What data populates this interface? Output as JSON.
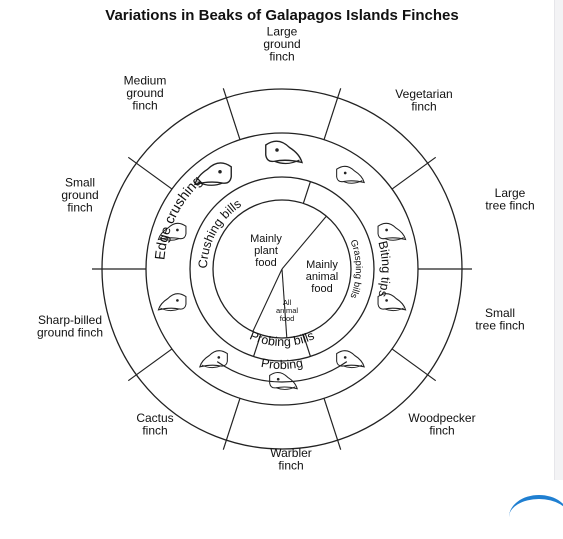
{
  "title": "Variations in Beaks of Galapagos Islands Finches",
  "finches": [
    {
      "lines": [
        "Large",
        "ground",
        "finch"
      ]
    },
    {
      "lines": [
        "Vegetarian",
        "finch"
      ]
    },
    {
      "lines": [
        "Large",
        "tree finch"
      ]
    },
    {
      "lines": [
        "Small",
        "tree finch"
      ]
    },
    {
      "lines": [
        "Woodpecker",
        "finch"
      ]
    },
    {
      "lines": [
        "Warbler",
        "finch"
      ]
    },
    {
      "lines": [
        "Cactus",
        "finch"
      ]
    },
    {
      "lines": [
        "Sharp-billed",
        "ground finch"
      ]
    },
    {
      "lines": [
        "Small",
        "ground",
        "finch"
      ]
    },
    {
      "lines": [
        "Medium",
        "ground",
        "finch"
      ]
    }
  ],
  "bands": {
    "edge_crushing": "Edge crushing",
    "crushing_bills": "Crushing bills",
    "biting_tips": "Biting tips",
    "grasping_bills": "Grasping bills",
    "probing_bills": "Probing bills",
    "probing": "Probing"
  },
  "core": {
    "plant": [
      "Mainly",
      "plant",
      "food"
    ],
    "animal": [
      "Mainly",
      "animal",
      "food"
    ],
    "all_animal": [
      "All",
      "animal",
      "food"
    ]
  }
}
